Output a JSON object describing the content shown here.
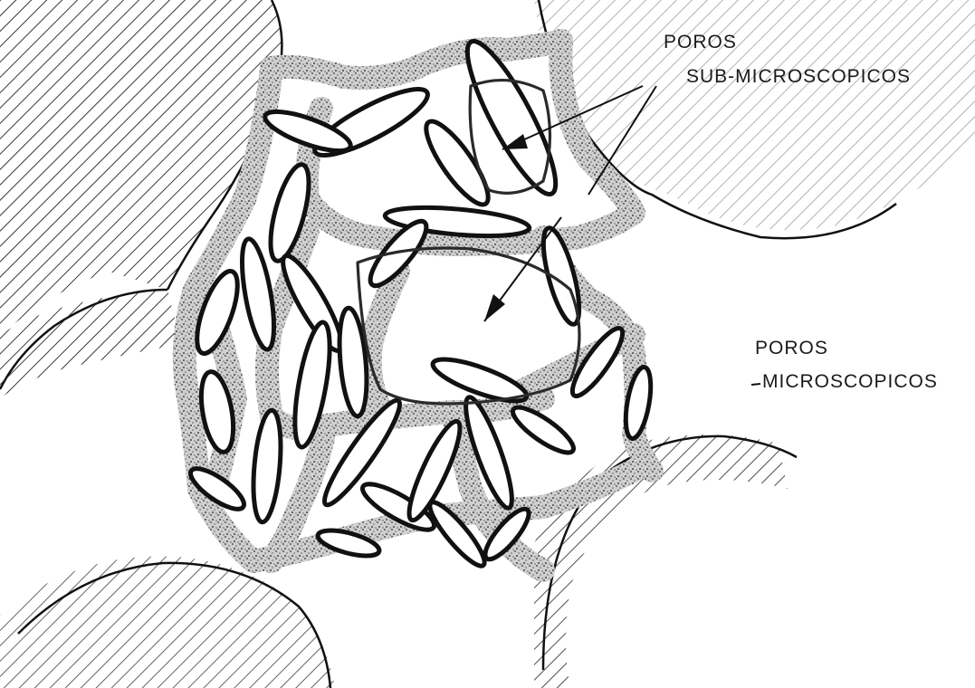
{
  "labels": {
    "submicroscopic_line1": "POROS",
    "submicroscopic_line2": "SUB-MICROSCOPICOS",
    "microscopic_line1": "POROS",
    "microscopic_line2": "MICROSCOPICOS"
  },
  "colors": {
    "ink": "#111111",
    "speckle": "#8a8a8a",
    "background": "#ffffff"
  }
}
